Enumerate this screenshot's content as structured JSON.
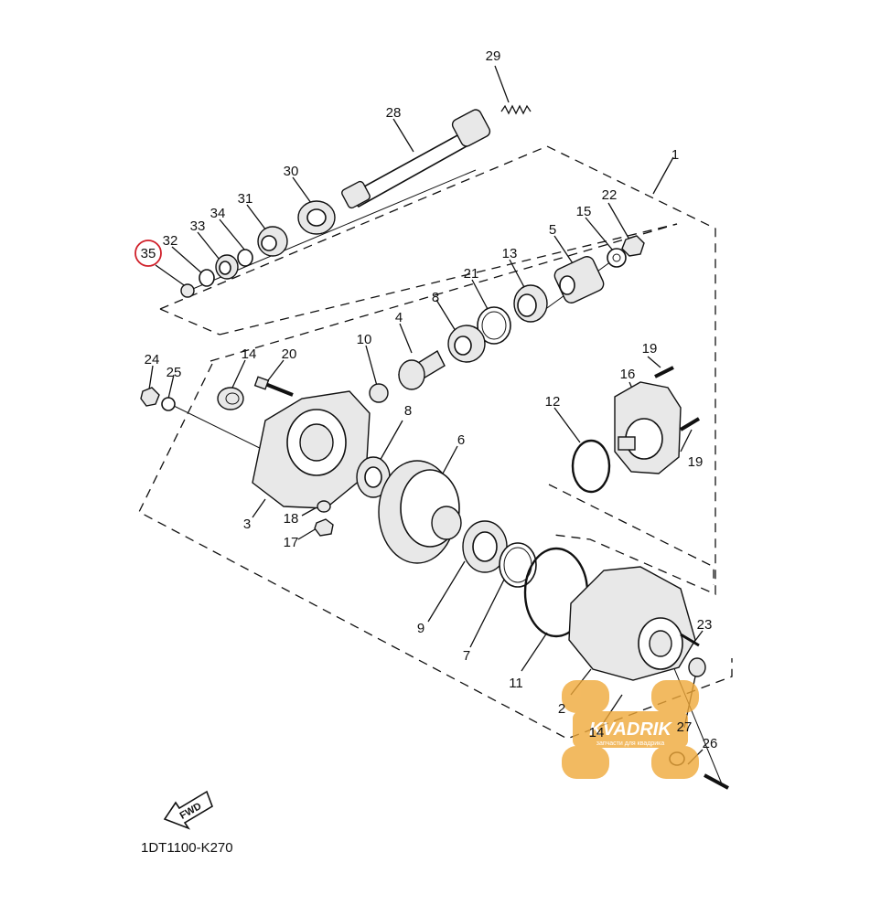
{
  "diagram": {
    "code": "1DT1100-K270",
    "fwd_label": "FWD",
    "highlight_color": "#d0202a",
    "watermark": {
      "name": "KVADRIK",
      "tagline": "запчасти для квадрика",
      "color": "#f0a93a"
    },
    "callouts": [
      {
        "id": "c1",
        "label": "1"
      },
      {
        "id": "c2",
        "label": "2"
      },
      {
        "id": "c3",
        "label": "3"
      },
      {
        "id": "c4",
        "label": "4"
      },
      {
        "id": "c5",
        "label": "5"
      },
      {
        "id": "c6",
        "label": "6"
      },
      {
        "id": "c7",
        "label": "7"
      },
      {
        "id": "c8a",
        "label": "8"
      },
      {
        "id": "c8b",
        "label": "8"
      },
      {
        "id": "c9",
        "label": "9"
      },
      {
        "id": "c10",
        "label": "10"
      },
      {
        "id": "c11",
        "label": "11"
      },
      {
        "id": "c12",
        "label": "12"
      },
      {
        "id": "c13",
        "label": "13"
      },
      {
        "id": "c14a",
        "label": "14"
      },
      {
        "id": "c14b",
        "label": "14"
      },
      {
        "id": "c15",
        "label": "15"
      },
      {
        "id": "c16",
        "label": "16"
      },
      {
        "id": "c17",
        "label": "17"
      },
      {
        "id": "c18",
        "label": "18"
      },
      {
        "id": "c19a",
        "label": "19"
      },
      {
        "id": "c19b",
        "label": "19"
      },
      {
        "id": "c20",
        "label": "20"
      },
      {
        "id": "c21",
        "label": "21"
      },
      {
        "id": "c22",
        "label": "22"
      },
      {
        "id": "c23",
        "label": "23"
      },
      {
        "id": "c24",
        "label": "24"
      },
      {
        "id": "c25",
        "label": "25"
      },
      {
        "id": "c26",
        "label": "26"
      },
      {
        "id": "c27",
        "label": "27"
      },
      {
        "id": "c28",
        "label": "28"
      },
      {
        "id": "c29",
        "label": "29"
      },
      {
        "id": "c30",
        "label": "30"
      },
      {
        "id": "c31",
        "label": "31"
      },
      {
        "id": "c32",
        "label": "32"
      },
      {
        "id": "c33",
        "label": "33"
      },
      {
        "id": "c34",
        "label": "34"
      },
      {
        "id": "c35",
        "label": "35"
      }
    ]
  }
}
